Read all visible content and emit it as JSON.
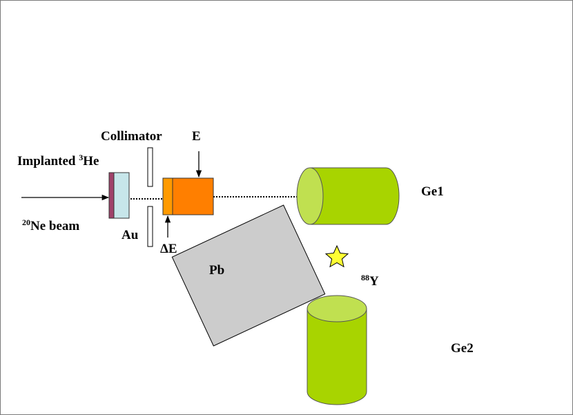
{
  "labels": {
    "collimator": "Collimator",
    "e": "E",
    "implanted": "Implanted ",
    "he3_mass": "3",
    "he3_symbol": "He",
    "ne20_mass": "20",
    "ne20_rest": "Ne beam",
    "au": "Au",
    "delta_e": "ΔE",
    "pb": "Pb",
    "y88_mass": "88",
    "y88_symbol": "Y",
    "ge1": "Ge1",
    "ge2": "Ge2"
  },
  "colors": {
    "target_backing": "#a0426a",
    "target": "#c7e6ea",
    "delta_e_detector": "#ff9a00",
    "e_detector": "#ff7f00",
    "ge_body": "#a8d400",
    "ge_face": "#c0e050",
    "lead": "#cccccc",
    "star": "#ffff33",
    "beam_dots": "#000000"
  },
  "icons": {
    "source": "star-icon"
  }
}
